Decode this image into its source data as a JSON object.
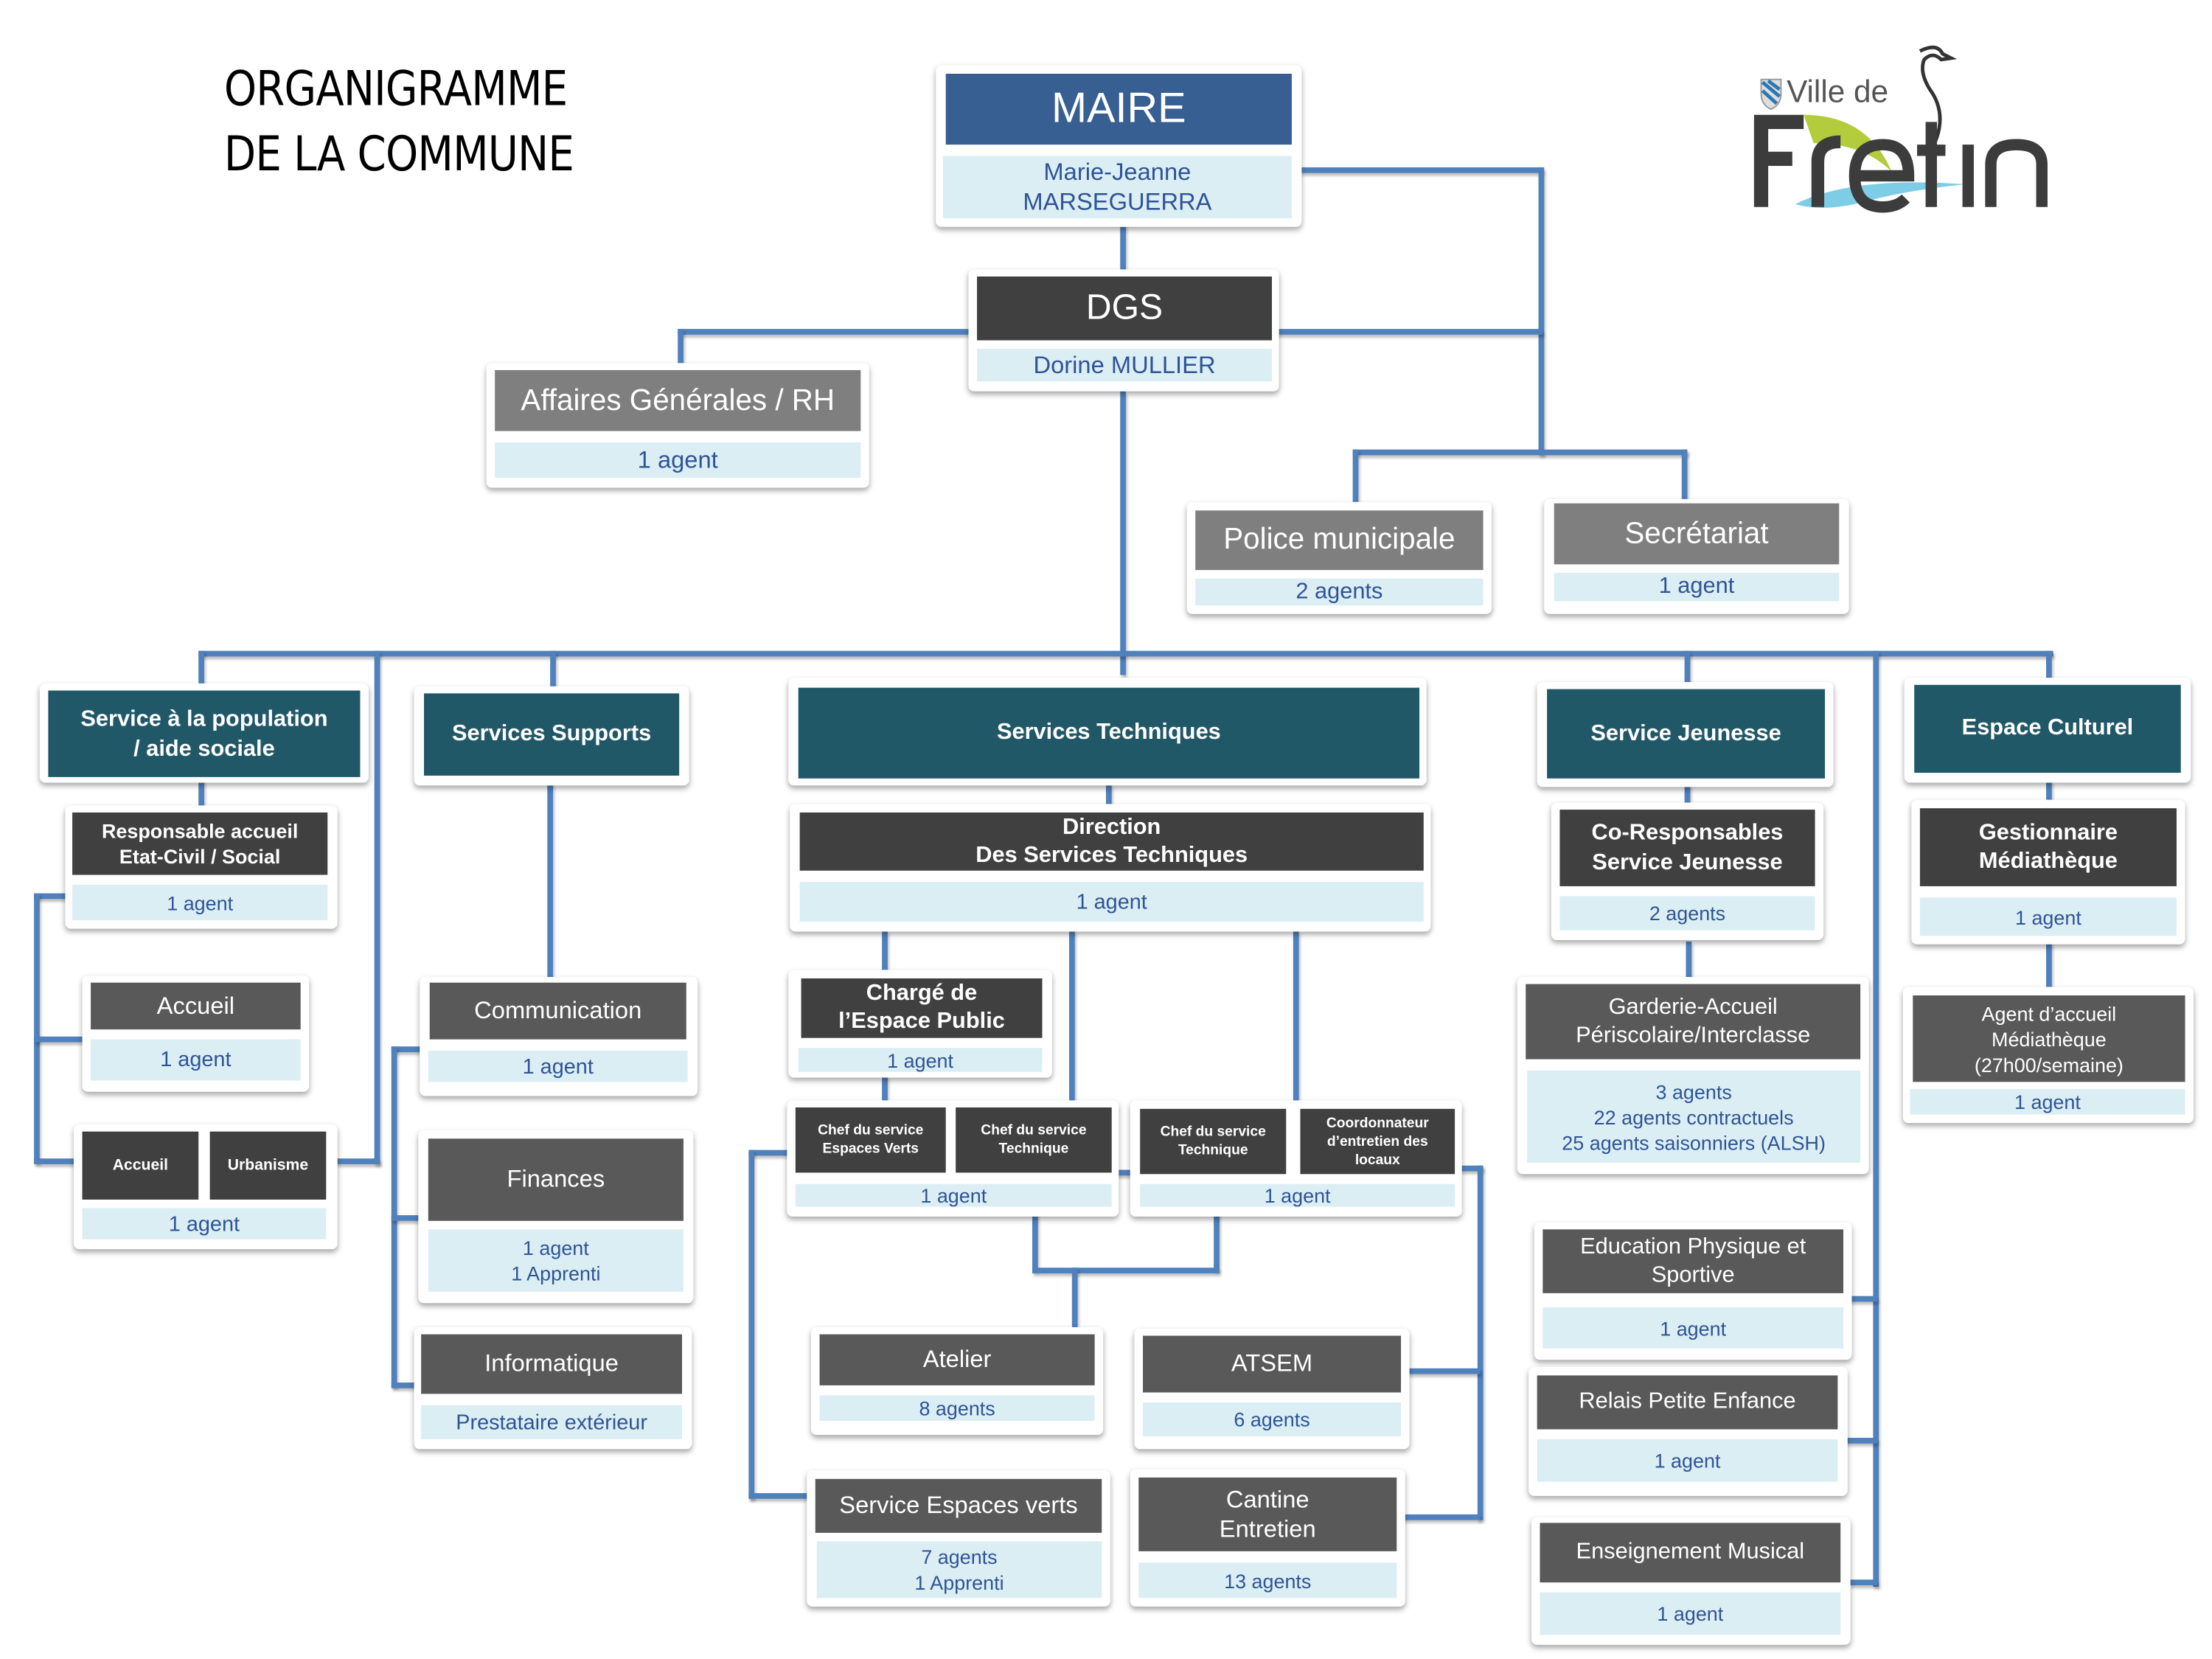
{
  "title": {
    "line1": "ORGANIGRAMME",
    "line2": "DE LA COMMUNE"
  },
  "logo": {
    "prefix": "Ville de",
    "name": "Fretin"
  },
  "colors": {
    "maire": "#375F91",
    "dark": "#404040",
    "gray": "#7F7F7F",
    "teal": "#215868",
    "charcoal": "#595959",
    "band": "#DBEEF4",
    "band_text": "#2F5496",
    "connector": "#4F81BD"
  },
  "maire": {
    "title": "MAIRE",
    "name": "Marie-Jeanne\nMARSEGUERRA"
  },
  "dgs": {
    "title": "DGS",
    "name": "Dorine MULLIER"
  },
  "affaires": {
    "title": "Affaires Générales / RH",
    "staff": "1 agent"
  },
  "police": {
    "title": "Police municipale",
    "staff": "2 agents"
  },
  "secretariat": {
    "title": "Secrétariat",
    "staff": "1 agent"
  },
  "population": {
    "title": "Service à la population\n/ aide sociale",
    "responsable": {
      "title": "Responsable accueil\nEtat-Civil / Social",
      "staff": "1 agent"
    },
    "accueil": {
      "title": "Accueil",
      "staff": "1 agent"
    },
    "accueil_urbanisme": {
      "left": "Accueil",
      "right": "Urbanisme",
      "staff": "1 agent"
    }
  },
  "supports": {
    "title": "Services Supports",
    "communication": {
      "title": "Communication",
      "staff": "1 agent"
    },
    "finances": {
      "title": "Finances",
      "staff": "1 agent\n1 Apprenti"
    },
    "informatique": {
      "title": "Informatique",
      "staff": "Prestataire extérieur"
    }
  },
  "techniques": {
    "title": "Services Techniques",
    "direction": {
      "title": "Direction\nDes Services Techniques",
      "staff": "1 agent"
    },
    "espace_public": {
      "title": "Chargé de\nl’Espace Public",
      "staff": "1 agent"
    },
    "chefs_a": {
      "left": "Chef du service\nEspaces Verts",
      "right": "Chef du service\nTechnique",
      "staff": "1 agent"
    },
    "chefs_b": {
      "left": "Chef du service\nTechnique",
      "right": "Coordonnateur\nd’entretien des\nlocaux",
      "staff": "1 agent"
    },
    "atelier": {
      "title": "Atelier",
      "staff": "8 agents"
    },
    "atsem": {
      "title": "ATSEM",
      "staff": "6 agents"
    },
    "espaces_verts": {
      "title": "Service Espaces verts",
      "staff": "7 agents\n1 Apprenti"
    },
    "cantine": {
      "title": "Cantine\nEntretien",
      "staff": "13 agents"
    }
  },
  "jeunesse": {
    "title": "Service Jeunesse",
    "coresp": {
      "title": "Co-Responsables\nService Jeunesse",
      "staff": "2 agents"
    },
    "garderie": {
      "title": "Garderie-Accueil\nPériscolaire/Interclasse",
      "staff": "3 agents\n22 agents contractuels\n25 agents saisonniers (ALSH)"
    },
    "eps": {
      "title": "Education Physique et\nSportive",
      "staff": "1 agent"
    },
    "rpe": {
      "title": "Relais Petite Enfance",
      "staff": "1 agent"
    },
    "musique": {
      "title": "Enseignement Musical",
      "staff": "1 agent"
    }
  },
  "culturel": {
    "title": "Espace Culturel",
    "gestionnaire": {
      "title": "Gestionnaire\nMédiathèque",
      "staff": "1 agent"
    },
    "agent_accueil": {
      "title": "Agent d’accueil\nMédiathèque\n(27h00/semaine)",
      "staff": "1 agent"
    }
  }
}
